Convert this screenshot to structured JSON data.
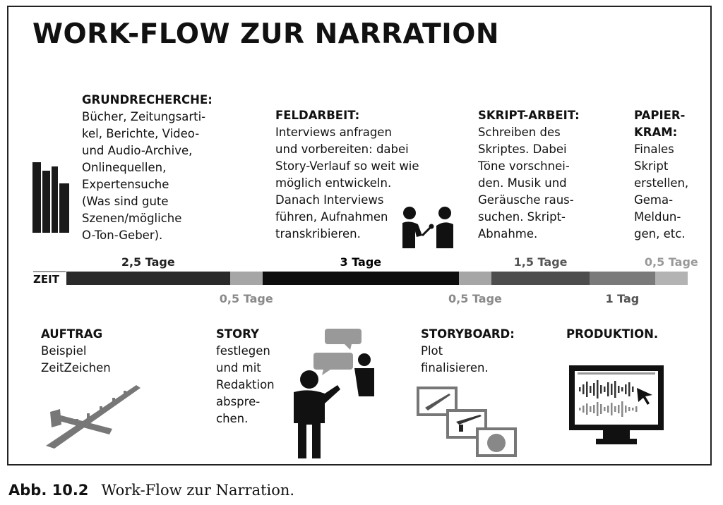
{
  "title": "WORK-FLOW ZUR NARRATION",
  "caption": {
    "label": "Abb. 10.2",
    "text": "Work-Flow zur Narration."
  },
  "top_steps": [
    {
      "heading": "GRUNDRECHERCHE:",
      "text": "Bücher, Zeitungsarti-\nkel, Berichte, Video-\nund Audio-Archive,\nOnlinequellen,\nExpertensuche\n(Was sind gute\nSzenen/mögliche\nO-Ton-Geber)."
    },
    {
      "heading": "FELDARBEIT:",
      "text": "Interviews anfragen\nund vorbereiten: dabei\nStory-Verlauf so weit wie\nmöglich entwickeln.\nDanach Interviews\nführen, Aufnahmen\ntranskribieren."
    },
    {
      "heading": "SKRIPT-ARBEIT:",
      "text": "Schreiben des\nSkriptes. Dabei\nTöne vorschnei-\nden. Musik und\nGeräusche raus-\nsuchen. Skript-\nAbnahme."
    },
    {
      "heading": "PAPIER-\nKRAM:",
      "text": "Finales\nSkript\nerstellen,\nGema-\nMeldun-\ngen, etc."
    }
  ],
  "bottom_steps": [
    {
      "heading": "AUFTRAG",
      "text": "Beispiel\nZeitZeichen"
    },
    {
      "heading": "STORY",
      "text": "festlegen\nund mit\nRedaktion\nabspre-\nchen."
    },
    {
      "heading": "STORYBOARD:",
      "text": "Plot\nfinalisieren."
    },
    {
      "heading": "PRODUKTION.",
      "text": ""
    }
  ],
  "timeline": {
    "axis_label": "ZEIT",
    "segments": [
      {
        "label": "2,5 Tage",
        "days": 2.5,
        "color": "#2a2a2a",
        "label_pos": "above",
        "label_color": "#222222"
      },
      {
        "label": "0,5 Tage",
        "days": 0.5,
        "color": "#a6a6a6",
        "label_pos": "below",
        "label_color": "#8a8a8a"
      },
      {
        "label": "3 Tage",
        "days": 3,
        "color": "#0d0d0d",
        "label_pos": "above",
        "label_color": "#000000"
      },
      {
        "label": "0,5 Tage",
        "days": 0.5,
        "color": "#a6a6a6",
        "label_pos": "below",
        "label_color": "#8a8a8a"
      },
      {
        "label": "1,5 Tage",
        "days": 1.5,
        "color": "#4d4d4d",
        "label_pos": "above",
        "label_color": "#555555"
      },
      {
        "label": "1 Tag",
        "days": 1,
        "color": "#7a7a7a",
        "label_pos": "below",
        "label_color": "#555555"
      },
      {
        "label": "0,5 Tage",
        "days": 0.5,
        "color": "#b3b3b3",
        "label_pos": "above",
        "label_color": "#999999"
      }
    ]
  }
}
